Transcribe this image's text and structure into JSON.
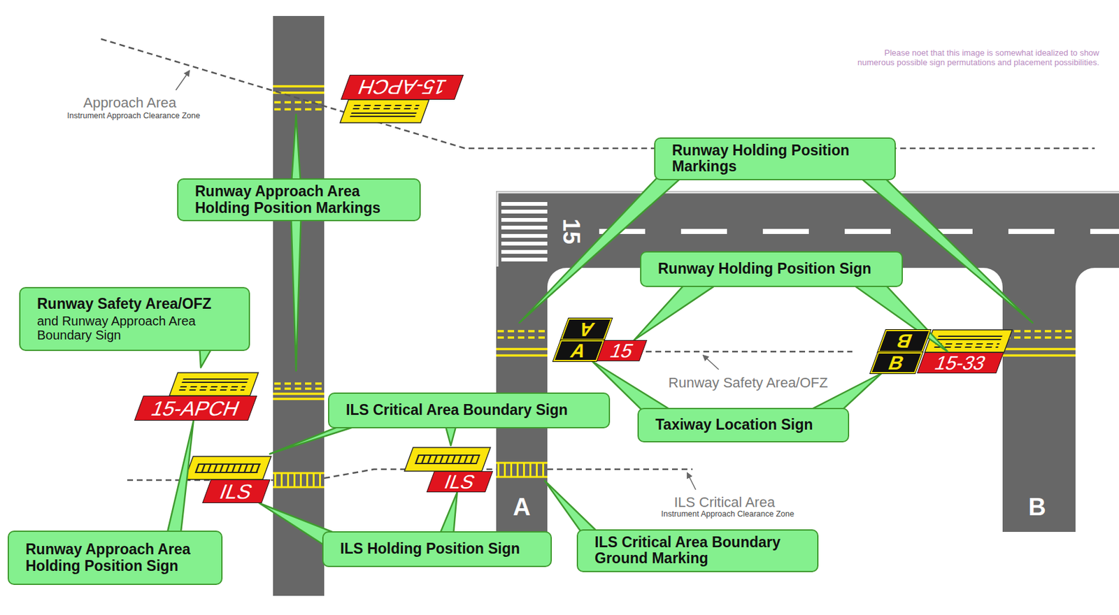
{
  "diagram": {
    "nodes": [
      {
        "text": [
          "15-APCH"
        ]
      },
      {
        "text": [
          "Runway Holding Position Markings"
        ]
      },
      {
        "text": [
          "Runway Approach Area Holding Position Markings"
        ]
      },
      {
        "text": [
          "Runway Holding Position Sign"
        ]
      },
      {
        "text": [
          "Runway Safety Area/OFZ",
          "and Runway Approach Area Boundary Sign"
        ]
      },
      {
        "text": [
          "A"
        ]
      },
      {
        "text": [
          "B"
        ]
      },
      {
        "text": [
          "A"
        ]
      },
      {
        "text": [
          "15"
        ]
      },
      {
        "text": [
          "B"
        ]
      },
      {
        "text": [
          "15-33"
        ]
      },
      {
        "text": [
          "ILS Critical Area Boundary Sign"
        ]
      },
      {
        "text": [
          "15-APCH"
        ]
      },
      {
        "text": [
          "Taxiway Location Sign"
        ]
      },
      {
        "text": [
          "ILS"
        ]
      },
      {
        "text": [
          "ILS"
        ]
      },
      {
        "text": [
          "Runway Approach Area Holding Position Sign"
        ]
      },
      {
        "text": [
          "ILS Holding Position Sign"
        ]
      },
      {
        "text": [
          "ILS Critical Area Boundary Ground Marking"
        ]
      }
    ],
    "edges": [
      {
        "from": 3,
        "to": 8,
        "arrow": "none"
      },
      {
        "from": 3,
        "to": 10,
        "arrow": "none"
      },
      {
        "from": 13,
        "to": 7,
        "arrow": "none"
      },
      {
        "from": 13,
        "to": 9,
        "arrow": "none"
      },
      {
        "from": 16,
        "to": 12,
        "arrow": "none"
      },
      {
        "from": 17,
        "to": 15,
        "arrow": "none"
      },
      {
        "from": 17,
        "to": 14,
        "arrow": "none"
      }
    ],
    "labels": [
      "Approach Area",
      "Instrument Approach Clearance Zone",
      "Please noet that this image is somewhat idealized to show numerous possible sign permutations and placement possibilities.",
      "15",
      "Runway Safety Area/OFZ",
      "ILS Critical Area",
      "Instrument Approach Clearance Zone",
      "A",
      "B"
    ]
  }
}
